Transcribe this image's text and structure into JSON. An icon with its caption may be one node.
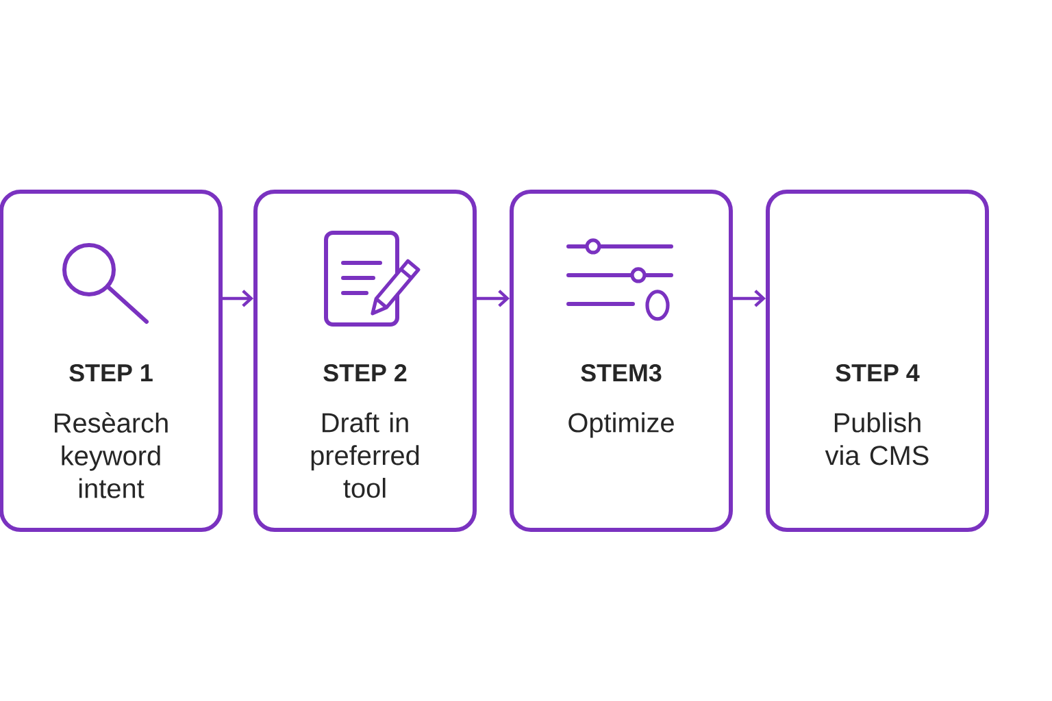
{
  "diagram": {
    "nodes": [
      {
        "text": [
          "STEP 1",
          "Resèarch keyword intent"
        ]
      },
      {
        "text": [
          "STEP 2",
          "Draft in preferred tool"
        ]
      },
      {
        "text": [
          "STEM3",
          "Optimize"
        ]
      },
      {
        "text": [
          "STEP 4",
          "Publish via CMS"
        ]
      }
    ],
    "edges": [
      {
        "from": 0,
        "to": 1,
        "arrow": "to"
      },
      {
        "from": 1,
        "to": 2,
        "arrow": "to"
      },
      {
        "from": 2,
        "to": 3,
        "arrow": "to"
      }
    ]
  }
}
